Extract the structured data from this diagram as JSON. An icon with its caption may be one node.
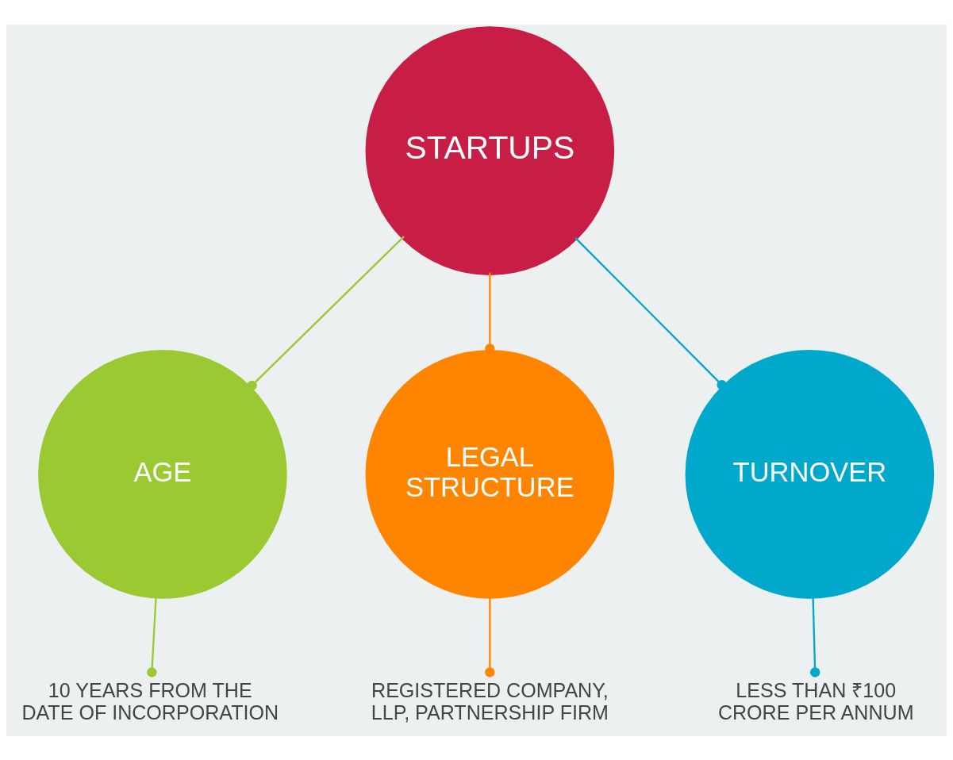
{
  "diagram": {
    "nodes": [
      {
        "text": [
          "STARTUPS"
        ]
      },
      {
        "text": [
          "AGE"
        ]
      },
      {
        "text": [
          "LEGAL STRUCTURE"
        ]
      },
      {
        "text": [
          "TURNOVER"
        ]
      },
      {
        "text": [
          "10 YEARS FROM THE DATE OF INCORPORATION"
        ]
      },
      {
        "text": [
          "REGISTERED COMPANY, LLP, PARTNERSHIP FIRM"
        ]
      },
      {
        "text": [
          "LESS THAN ₹100 CRORE PER ANNUM"
        ]
      }
    ],
    "edges": [
      {
        "from": 0,
        "to": 1,
        "arrow": "other",
        "color": "#9bc932"
      },
      {
        "from": 0,
        "to": 2,
        "arrow": "other",
        "color": "#ff8500"
      },
      {
        "from": 0,
        "to": 3,
        "arrow": "other",
        "color": "#00a8cc"
      },
      {
        "from": 1,
        "to": 4,
        "arrow": "other",
        "color": "#9bc932"
      },
      {
        "from": 2,
        "to": 5,
        "arrow": "other",
        "color": "#ff8500"
      },
      {
        "from": 3,
        "to": 6,
        "arrow": "other",
        "color": "#00a8cc"
      }
    ]
  }
}
